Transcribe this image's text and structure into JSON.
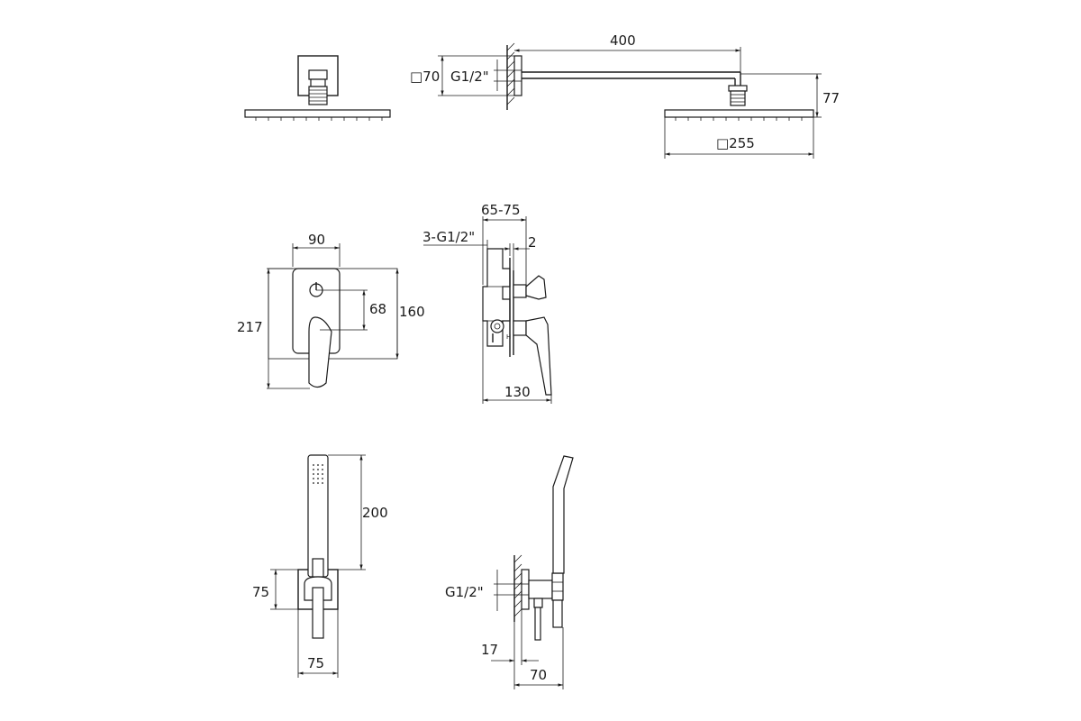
{
  "dimensions": {
    "head_square": "□70",
    "head_thread": "G1/2\"",
    "arm_length": "400",
    "head_height": "77",
    "head_width": "□255",
    "mixer_plate_width": "90",
    "mixer_plate_height": "217",
    "mixer_center_distance": "68",
    "mixer_box_height": "160",
    "mixer_depth_range": "65-75",
    "mixer_inlets": "3-G1/2\"",
    "mixer_gap": "2",
    "mixer_depth": "130",
    "hand_shower_length": "200",
    "holder_height": "75",
    "holder_width": "75",
    "outlet_thread": "G1/2\"",
    "outlet_offset": "17",
    "outlet_depth": "70"
  }
}
